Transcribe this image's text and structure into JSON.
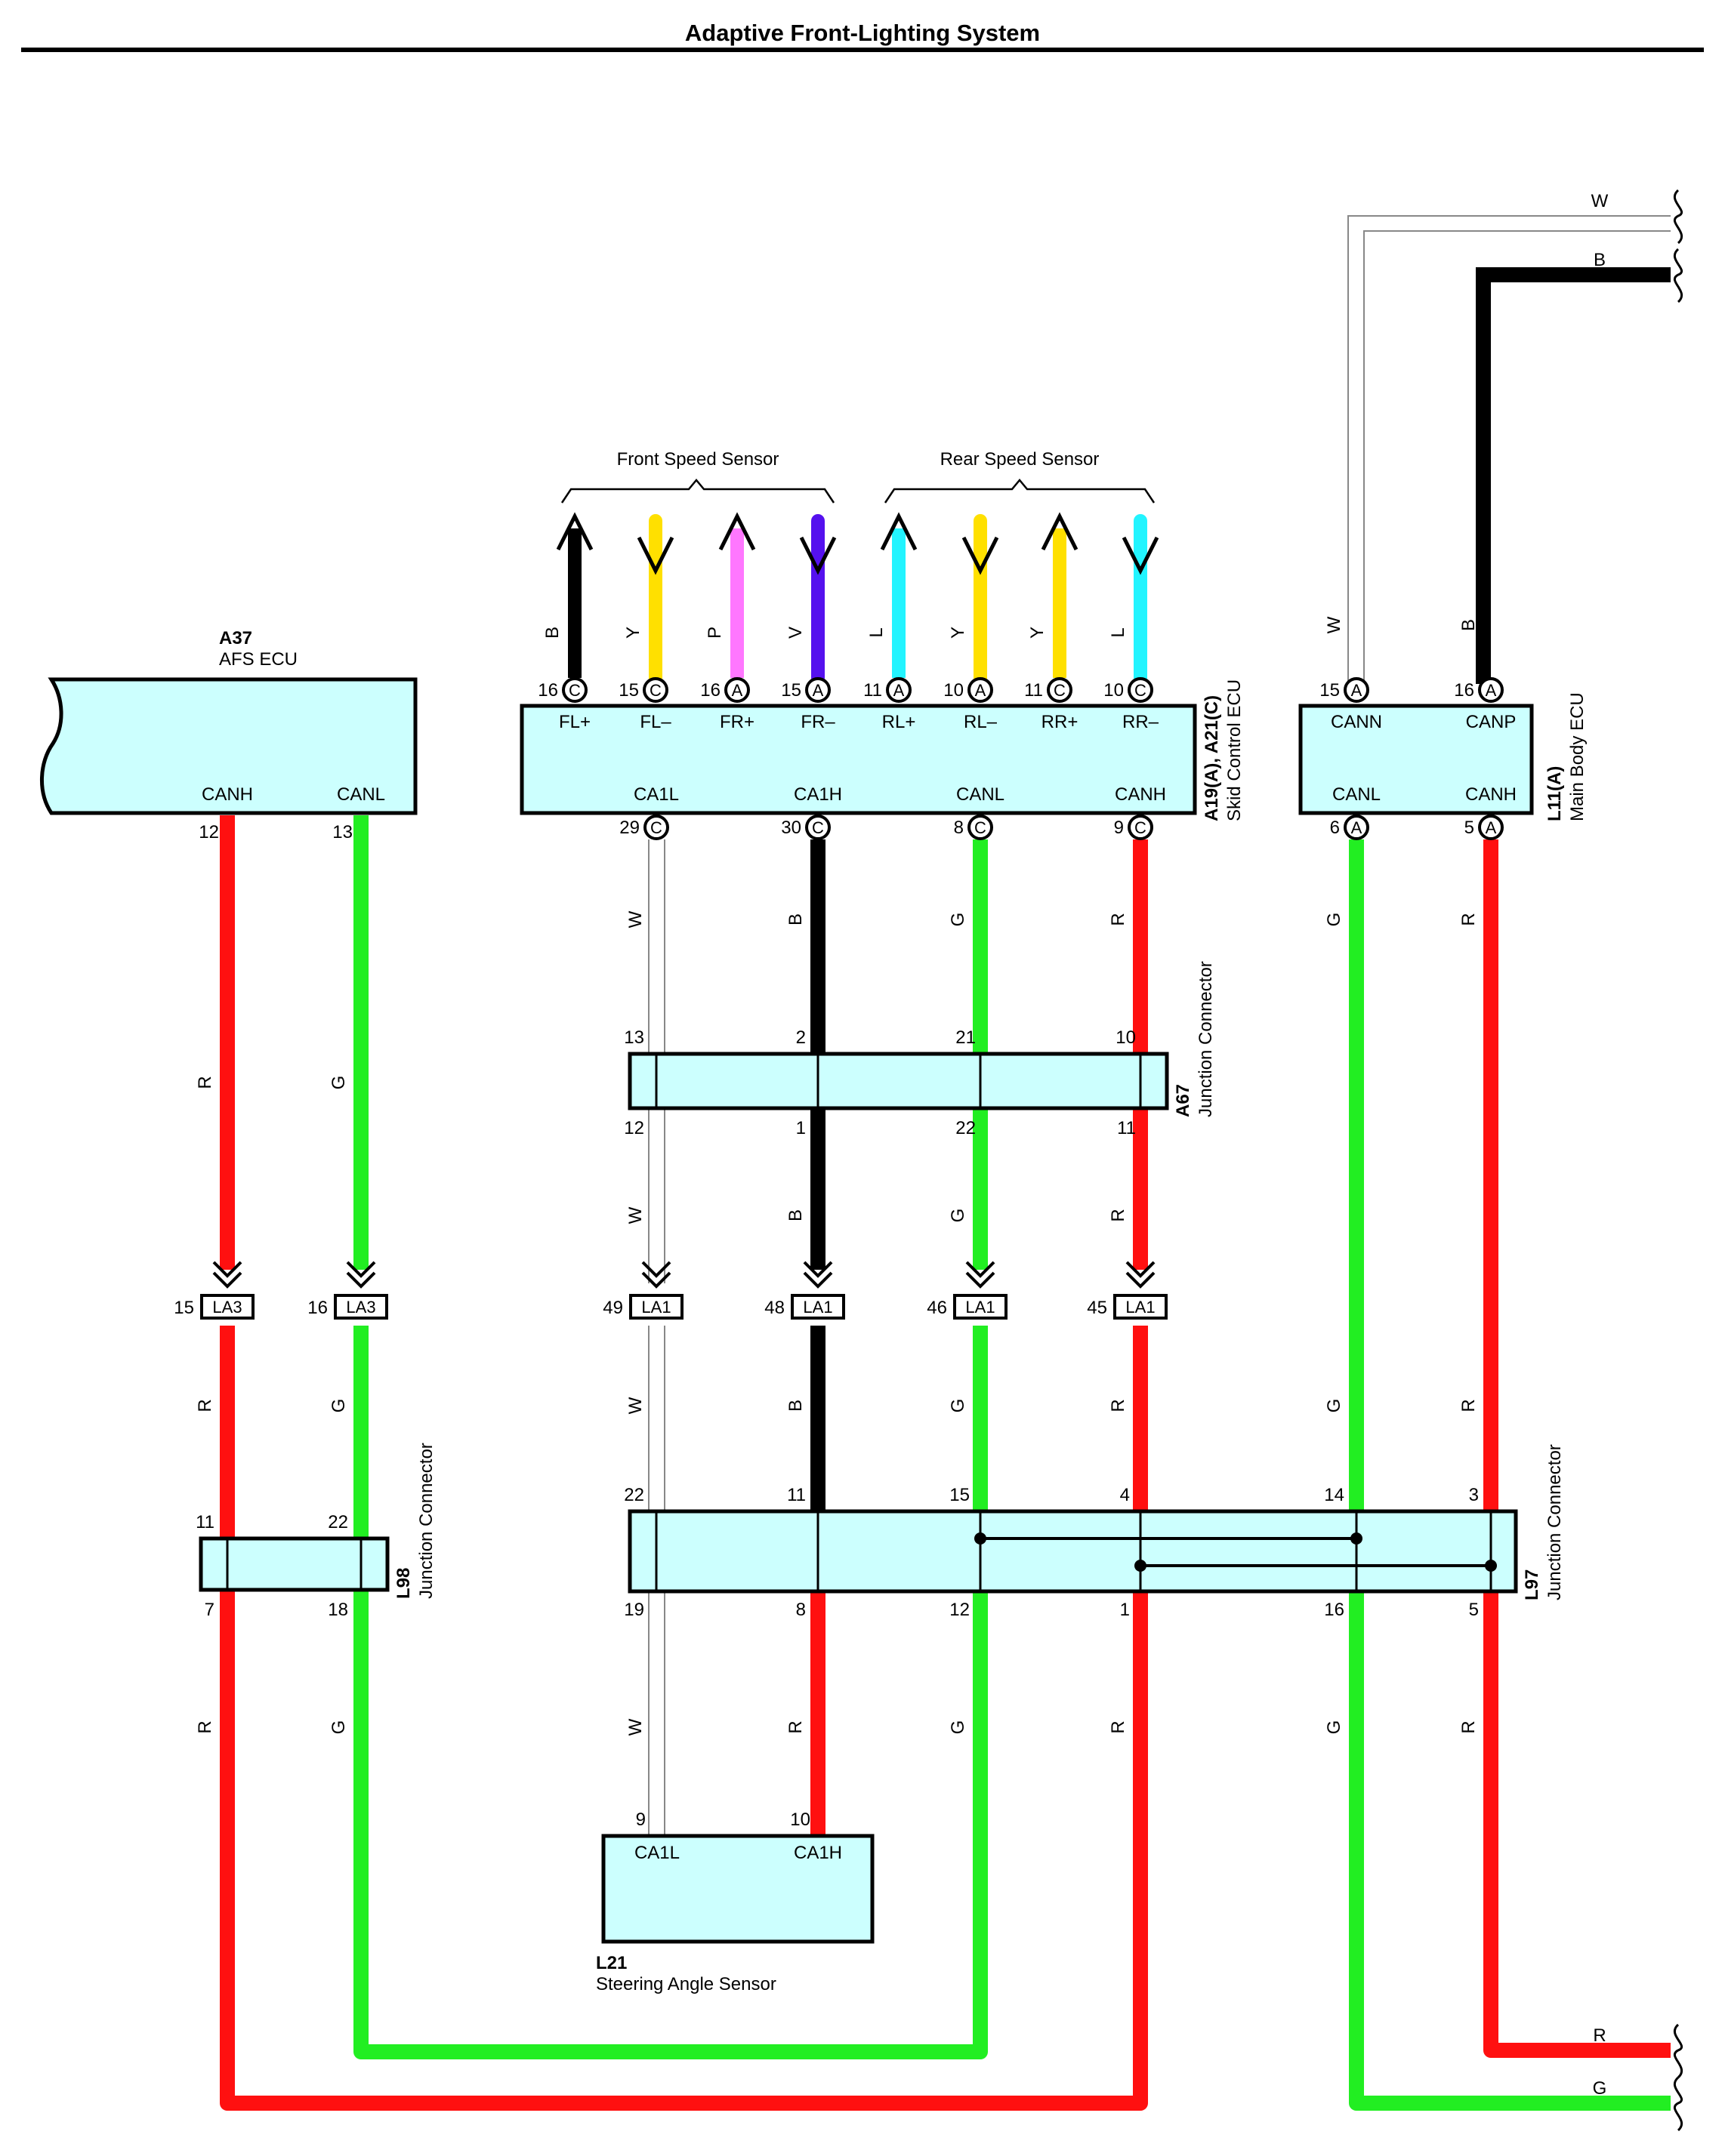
{
  "title": "Adaptive Front-Lighting System",
  "colors": {
    "R": "#ff1010",
    "G": "#22ee22",
    "B": "#000000",
    "W": "#ffffff",
    "Y": "#ffe000",
    "P": "#ff77ff",
    "V": "#5511ee",
    "L": "#22f4ff",
    "component_fill": "#ccfffe"
  },
  "components": {
    "afs_ecu": {
      "code": "A37",
      "name": "AFS ECU",
      "terminals": [
        "CANH",
        "CANL"
      ]
    },
    "skid_ecu": {
      "code": "A19(A), A21(C)",
      "name": "Skid Control ECU",
      "top_terminals": [
        "FL+",
        "FL–",
        "FR+",
        "FR–",
        "RL+",
        "RL–",
        "RR+",
        "RR–"
      ],
      "bottom_terminals": [
        "CA1L",
        "CA1H",
        "CANL",
        "CANH"
      ]
    },
    "main_body_ecu": {
      "code": "L11(A)",
      "name": "Main Body ECU",
      "top_terminals": [
        "CANN",
        "CANP"
      ],
      "bottom_terminals": [
        "CANL",
        "CANH"
      ]
    },
    "junction_a67": {
      "code": "A67",
      "name": "Junction Connector"
    },
    "junction_l98": {
      "code": "L98",
      "name": "Junction Connector"
    },
    "junction_l97": {
      "code": "L97",
      "name": "Junction Connector"
    },
    "steering_sensor": {
      "code": "L21",
      "name": "Steering Angle Sensor",
      "terminals": [
        "CA1L",
        "CA1H"
      ]
    }
  },
  "sensor_groups": [
    "Front Speed Sensor",
    "Rear Speed Sensor"
  ],
  "sensor_wires": [
    {
      "color": "B",
      "pin": "16",
      "conn": "C",
      "dir": "up"
    },
    {
      "color": "Y",
      "pin": "15",
      "conn": "C",
      "dir": "down"
    },
    {
      "color": "P",
      "pin": "16",
      "conn": "A",
      "dir": "up"
    },
    {
      "color": "V",
      "pin": "15",
      "conn": "A",
      "dir": "down"
    },
    {
      "color": "L",
      "pin": "11",
      "conn": "A",
      "dir": "up"
    },
    {
      "color": "Y",
      "pin": "10",
      "conn": "A",
      "dir": "down"
    },
    {
      "color": "Y",
      "pin": "11",
      "conn": "C",
      "dir": "up"
    },
    {
      "color": "L",
      "pin": "10",
      "conn": "C",
      "dir": "down"
    }
  ],
  "pins": {
    "afs_bottom": [
      "12",
      "13"
    ],
    "skid_bottom": [
      {
        "pin": "29",
        "conn": "C"
      },
      {
        "pin": "30",
        "conn": "C"
      },
      {
        "pin": "8",
        "conn": "C"
      },
      {
        "pin": "9",
        "conn": "C"
      }
    ],
    "mb_top": [
      {
        "pin": "15",
        "conn": "A"
      },
      {
        "pin": "16",
        "conn": "A"
      }
    ],
    "mb_bottom": [
      {
        "pin": "6",
        "conn": "A"
      },
      {
        "pin": "5",
        "conn": "A"
      }
    ],
    "a67_top": [
      "13",
      "2",
      "21",
      "10"
    ],
    "a67_bottom": [
      "12",
      "1",
      "22",
      "11"
    ],
    "l98_top": [
      "11",
      "22"
    ],
    "l98_bottom": [
      "7",
      "18"
    ],
    "l97_top": [
      "22",
      "11",
      "15",
      "4",
      "14",
      "3"
    ],
    "l97_bottom": [
      "19",
      "8",
      "12",
      "1",
      "16",
      "5"
    ],
    "l21": [
      "9",
      "10"
    ]
  },
  "inline_connectors": [
    {
      "pin": "15",
      "code": "LA3"
    },
    {
      "pin": "16",
      "code": "LA3"
    },
    {
      "pin": "49",
      "code": "LA1"
    },
    {
      "pin": "48",
      "code": "LA1"
    },
    {
      "pin": "46",
      "code": "LA1"
    },
    {
      "pin": "45",
      "code": "LA1"
    }
  ],
  "offpage_wires": [
    "W",
    "B",
    "R",
    "G"
  ]
}
